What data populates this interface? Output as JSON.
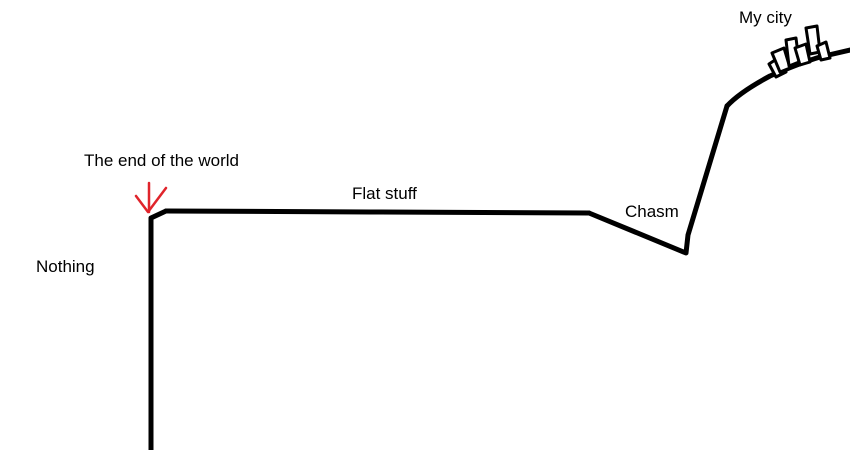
{
  "labels": {
    "end_of_world": "The end of the world",
    "nothing": "Nothing",
    "flat_stuff": "Flat stuff",
    "chasm": "Chasm",
    "my_city": "My city"
  },
  "colors": {
    "ink": "#000000",
    "arrow": "#e0242b",
    "background": "#ffffff"
  }
}
